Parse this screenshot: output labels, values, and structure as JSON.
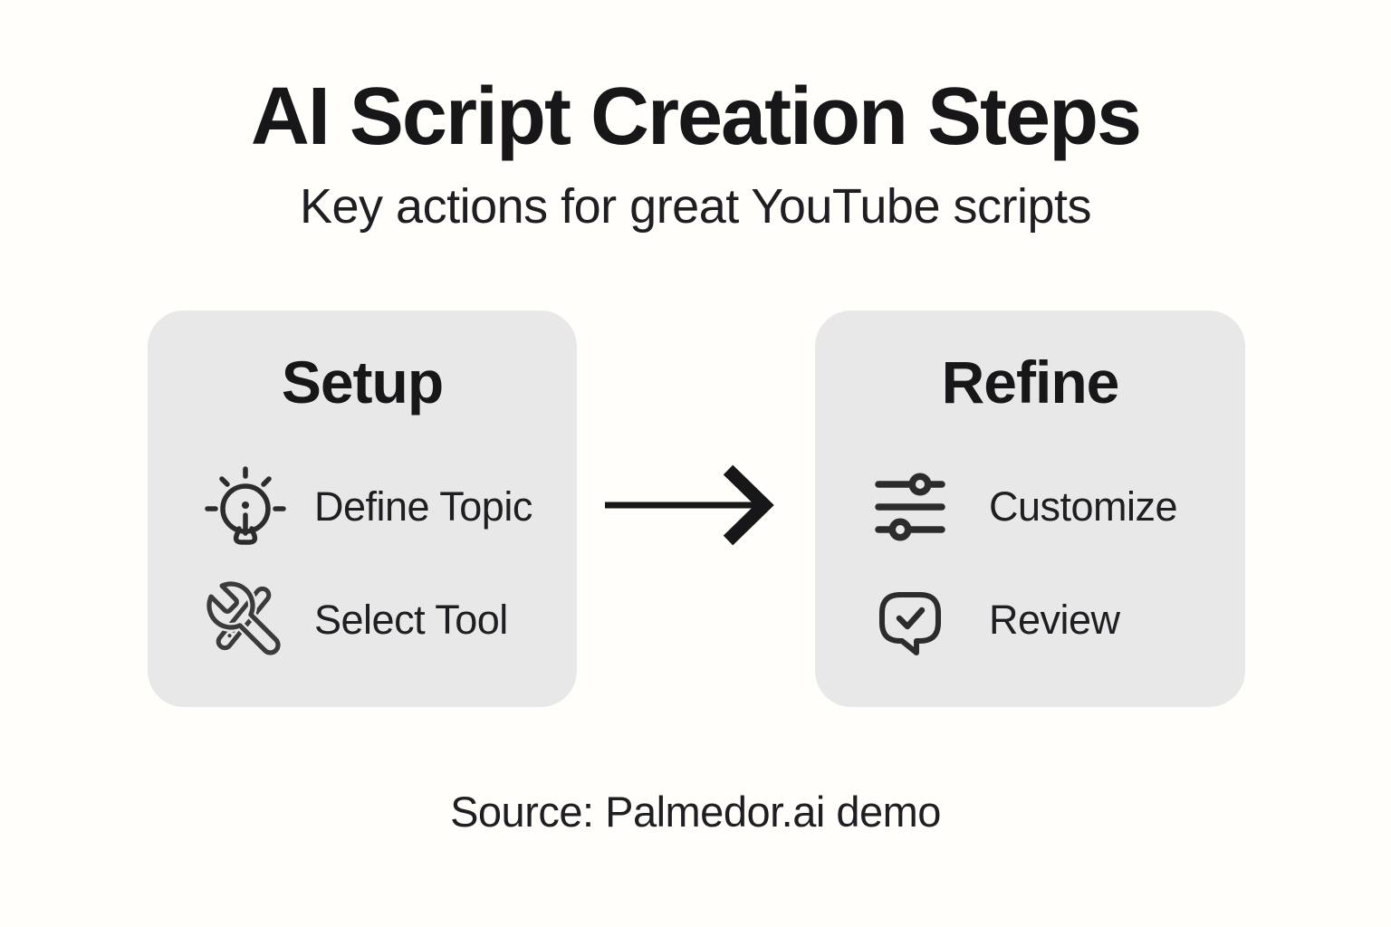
{
  "theme": {
    "page_bg": "#FFFEFA",
    "card_bg": "#E8E8E8",
    "title_color": "#17171A",
    "text_color": "#1F1F23",
    "icon_color": "#2C2C2C",
    "tools_icon_color": "#3B3B3B",
    "arrow_color": "#17171A"
  },
  "header": {
    "title": "AI Script Creation Steps",
    "subtitle": "Key actions for great YouTube scripts"
  },
  "cards": [
    {
      "title": "Setup",
      "items": [
        {
          "icon": "lightbulb-idea-icon",
          "label": "Define Topic"
        },
        {
          "icon": "crossed-tools-icon",
          "label": "Select Tool"
        }
      ]
    },
    {
      "title": "Refine",
      "items": [
        {
          "icon": "sliders-icon",
          "label": "Customize"
        },
        {
          "icon": "chat-check-icon",
          "label": "Review"
        }
      ]
    }
  ],
  "flow": {
    "arrow": "right-arrow-icon"
  },
  "footer": {
    "source": "Source: Palmedor.ai demo"
  }
}
